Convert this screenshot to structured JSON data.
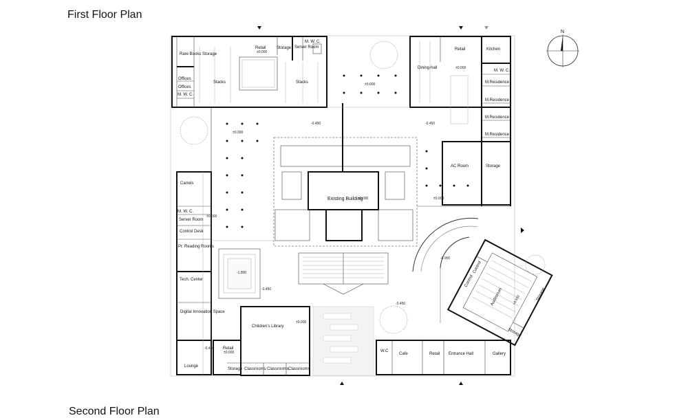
{
  "title": "First Floor Plan",
  "next_title": "Second Floor Plan",
  "north_label": "N",
  "rooms": {
    "rare_books": "Rare Books Storage",
    "retail_top": "Retail",
    "storage_top": "Storage",
    "server_room_top": "Server Room",
    "mwc_top_left": "M. W. C.",
    "stacks_left": "Stacks",
    "stacks_right": "Stacks",
    "offices_1": "Offices",
    "offices_2": "Offices",
    "mwc_left": "M. W. C.",
    "retail_right": "Retail",
    "kitchen": "Kitchen",
    "dining_hall": "Dining-hall",
    "mwc_right": "M. W. C.",
    "m_residence_1": "M.Residence",
    "m_residence_2": "M.Residence",
    "m_residence_3": "M.Residence",
    "m_residence_4": "M.Residence",
    "ac_room": "AC Room",
    "storage_right": "Storage",
    "carrels": "Carrels",
    "existing_building": "Existing Building",
    "mwc_mid": "M. W. C.",
    "server_room_mid": "Server Room",
    "control_desk": "Control Desk",
    "pr_reading": "Pr. Reading Rooms",
    "tech_center": "Tech. Center",
    "digital_innovation": "Digital Innovation Space",
    "childrens_library": "Children's Library",
    "retail_bottom": "Retail",
    "lounge": "Lounge",
    "storage_bottom": "Storage",
    "classrooms_1": "Classrooms",
    "classrooms_2": "Classrooms",
    "classrooms_3": "Classrooms",
    "wc_bottom": "W.C",
    "cafe": "Cafe",
    "retail_entrance": "Retail",
    "entrance_hall": "Entrance Hall",
    "gallery": "Gallery",
    "auditorium": "Auditorium",
    "control_1": "Control",
    "control_2": "Control",
    "storage_aud_1": "Storage",
    "storage_aud_2": "Storage"
  },
  "levels": {
    "l1": "±0.000",
    "l2": "±0.000",
    "l3": "±0.000",
    "l4": "±0.000",
    "l5": "-0.450",
    "l6": "-0.450",
    "l7": "±0.000",
    "l8": "±0.000",
    "l9": "±0.000",
    "l10": "-1.800",
    "l11": "-0.450",
    "l12": "-0.900",
    "l13": "-0.450",
    "l14": "±0.000",
    "l15": "+0.500",
    "l16": "-0.450",
    "l17": "±0.000"
  }
}
